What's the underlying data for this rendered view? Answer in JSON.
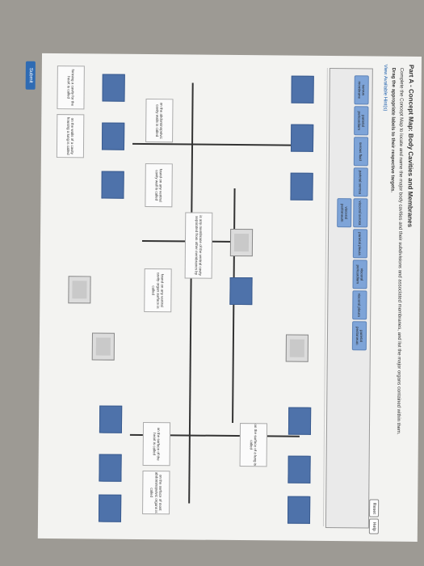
{
  "header": {
    "title": "Part A - Concept Map: Body Cavities and Membranes",
    "instructions": "Complete the Concept Map to locate and name the major body cavities and their subdivisions and associated membranes, and list the major organs contained within them.",
    "drag_text": "Drag the appropriate labels to their respective targets.",
    "hints_link": "View Available Hint(s)"
  },
  "toolbar": {
    "reset_label": "Reset",
    "help_label": "Help"
  },
  "label_bank": [
    "serous membrane",
    "parietal pericardium",
    "serous fluid",
    "parietal serosa",
    "visceral serosa",
    "visceral peritoneum",
    "parietal pleura",
    "visceral pericardium",
    "visceral pleura",
    "parietal peritoneum"
  ],
  "descriptions": {
    "center": "is any membrane of the ventral cavity separated from other membranes by",
    "left_upper": "found on any ventral cavity organ surface is called",
    "left_lower": "found on any ventral cavity wall is called",
    "lung": "on the surface of a lung is called",
    "heart_surface": "on the surface of the heart is called",
    "abdominal_organs": "on the surface of most abdominopelvic organs is called",
    "abdominal_wall": "on the abdominopelvic cavity walls is called",
    "lung_cavity": "on the walls of a cavity housing a lung is called",
    "heart_cavity": "forming a cavity for the heart is called"
  },
  "submit_label": "Submit"
}
